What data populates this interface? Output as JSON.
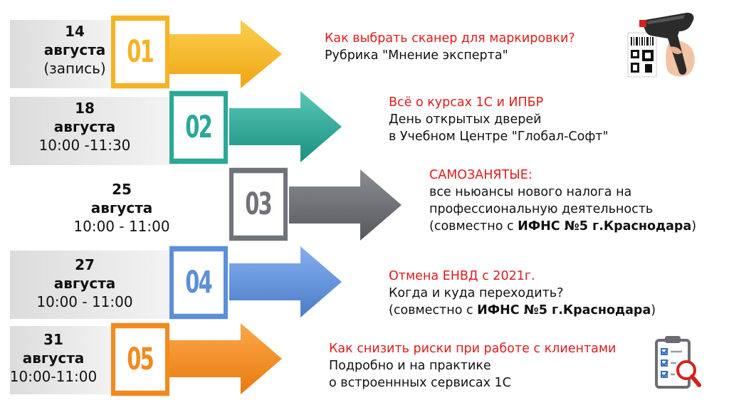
{
  "rows": [
    {
      "date_day": "14",
      "date_month": "августа",
      "date_time": "(запись)",
      "number": "01",
      "title": "Как выбрать сканер для маркировки?",
      "line1": "Рубрика \"Мнение эксперта\"",
      "icon": "barcode-scanner-icon"
    },
    {
      "date_day": "18",
      "date_month": "августа",
      "date_time": "10:00 -11:30",
      "number": "02",
      "title": "Всё о курсах 1С и ИПБР",
      "line1": "День открытых дверей",
      "line2": "в Учебном Центре \"Глобал-Софт\""
    },
    {
      "date_day": "25",
      "date_month": "августа",
      "date_time": "10:00 - 11:00",
      "number": "03",
      "title": "САМОЗАНЯТЫЕ:",
      "line1": "все ньюансы нового налога на",
      "line2": "профессиональную деятельность",
      "line3_pre": "(совместно с ",
      "line3_bold": "ИФНС №5 г.Краснодара",
      "line3_post": ")"
    },
    {
      "date_day": "27",
      "date_month": "августа",
      "date_time": "10:00 - 11:00",
      "number": "04",
      "title": "Отмена ЕНВД с 2021г.",
      "line1": "Когда и куда переходить?",
      "line2_pre": "(совместно с ",
      "line2_bold": "ИФНС №5 г.Краснодара",
      "line2_post": ")"
    },
    {
      "date_day": "31",
      "date_month": "августа",
      "date_time": "10:00-11:00",
      "number": "05",
      "title": "Как снизить риски при работе с клиентами",
      "line1": "Подробно и на практике",
      "line2": "о встроеннных сервисах 1С",
      "icon": "checklist-magnifier-icon"
    }
  ],
  "colors": {
    "row1": "#f5b324",
    "row2": "#2aa898",
    "row3": "#707378",
    "row4": "#5b8fd8",
    "row5": "#f28a1e",
    "title_red": "#e01c1c"
  }
}
